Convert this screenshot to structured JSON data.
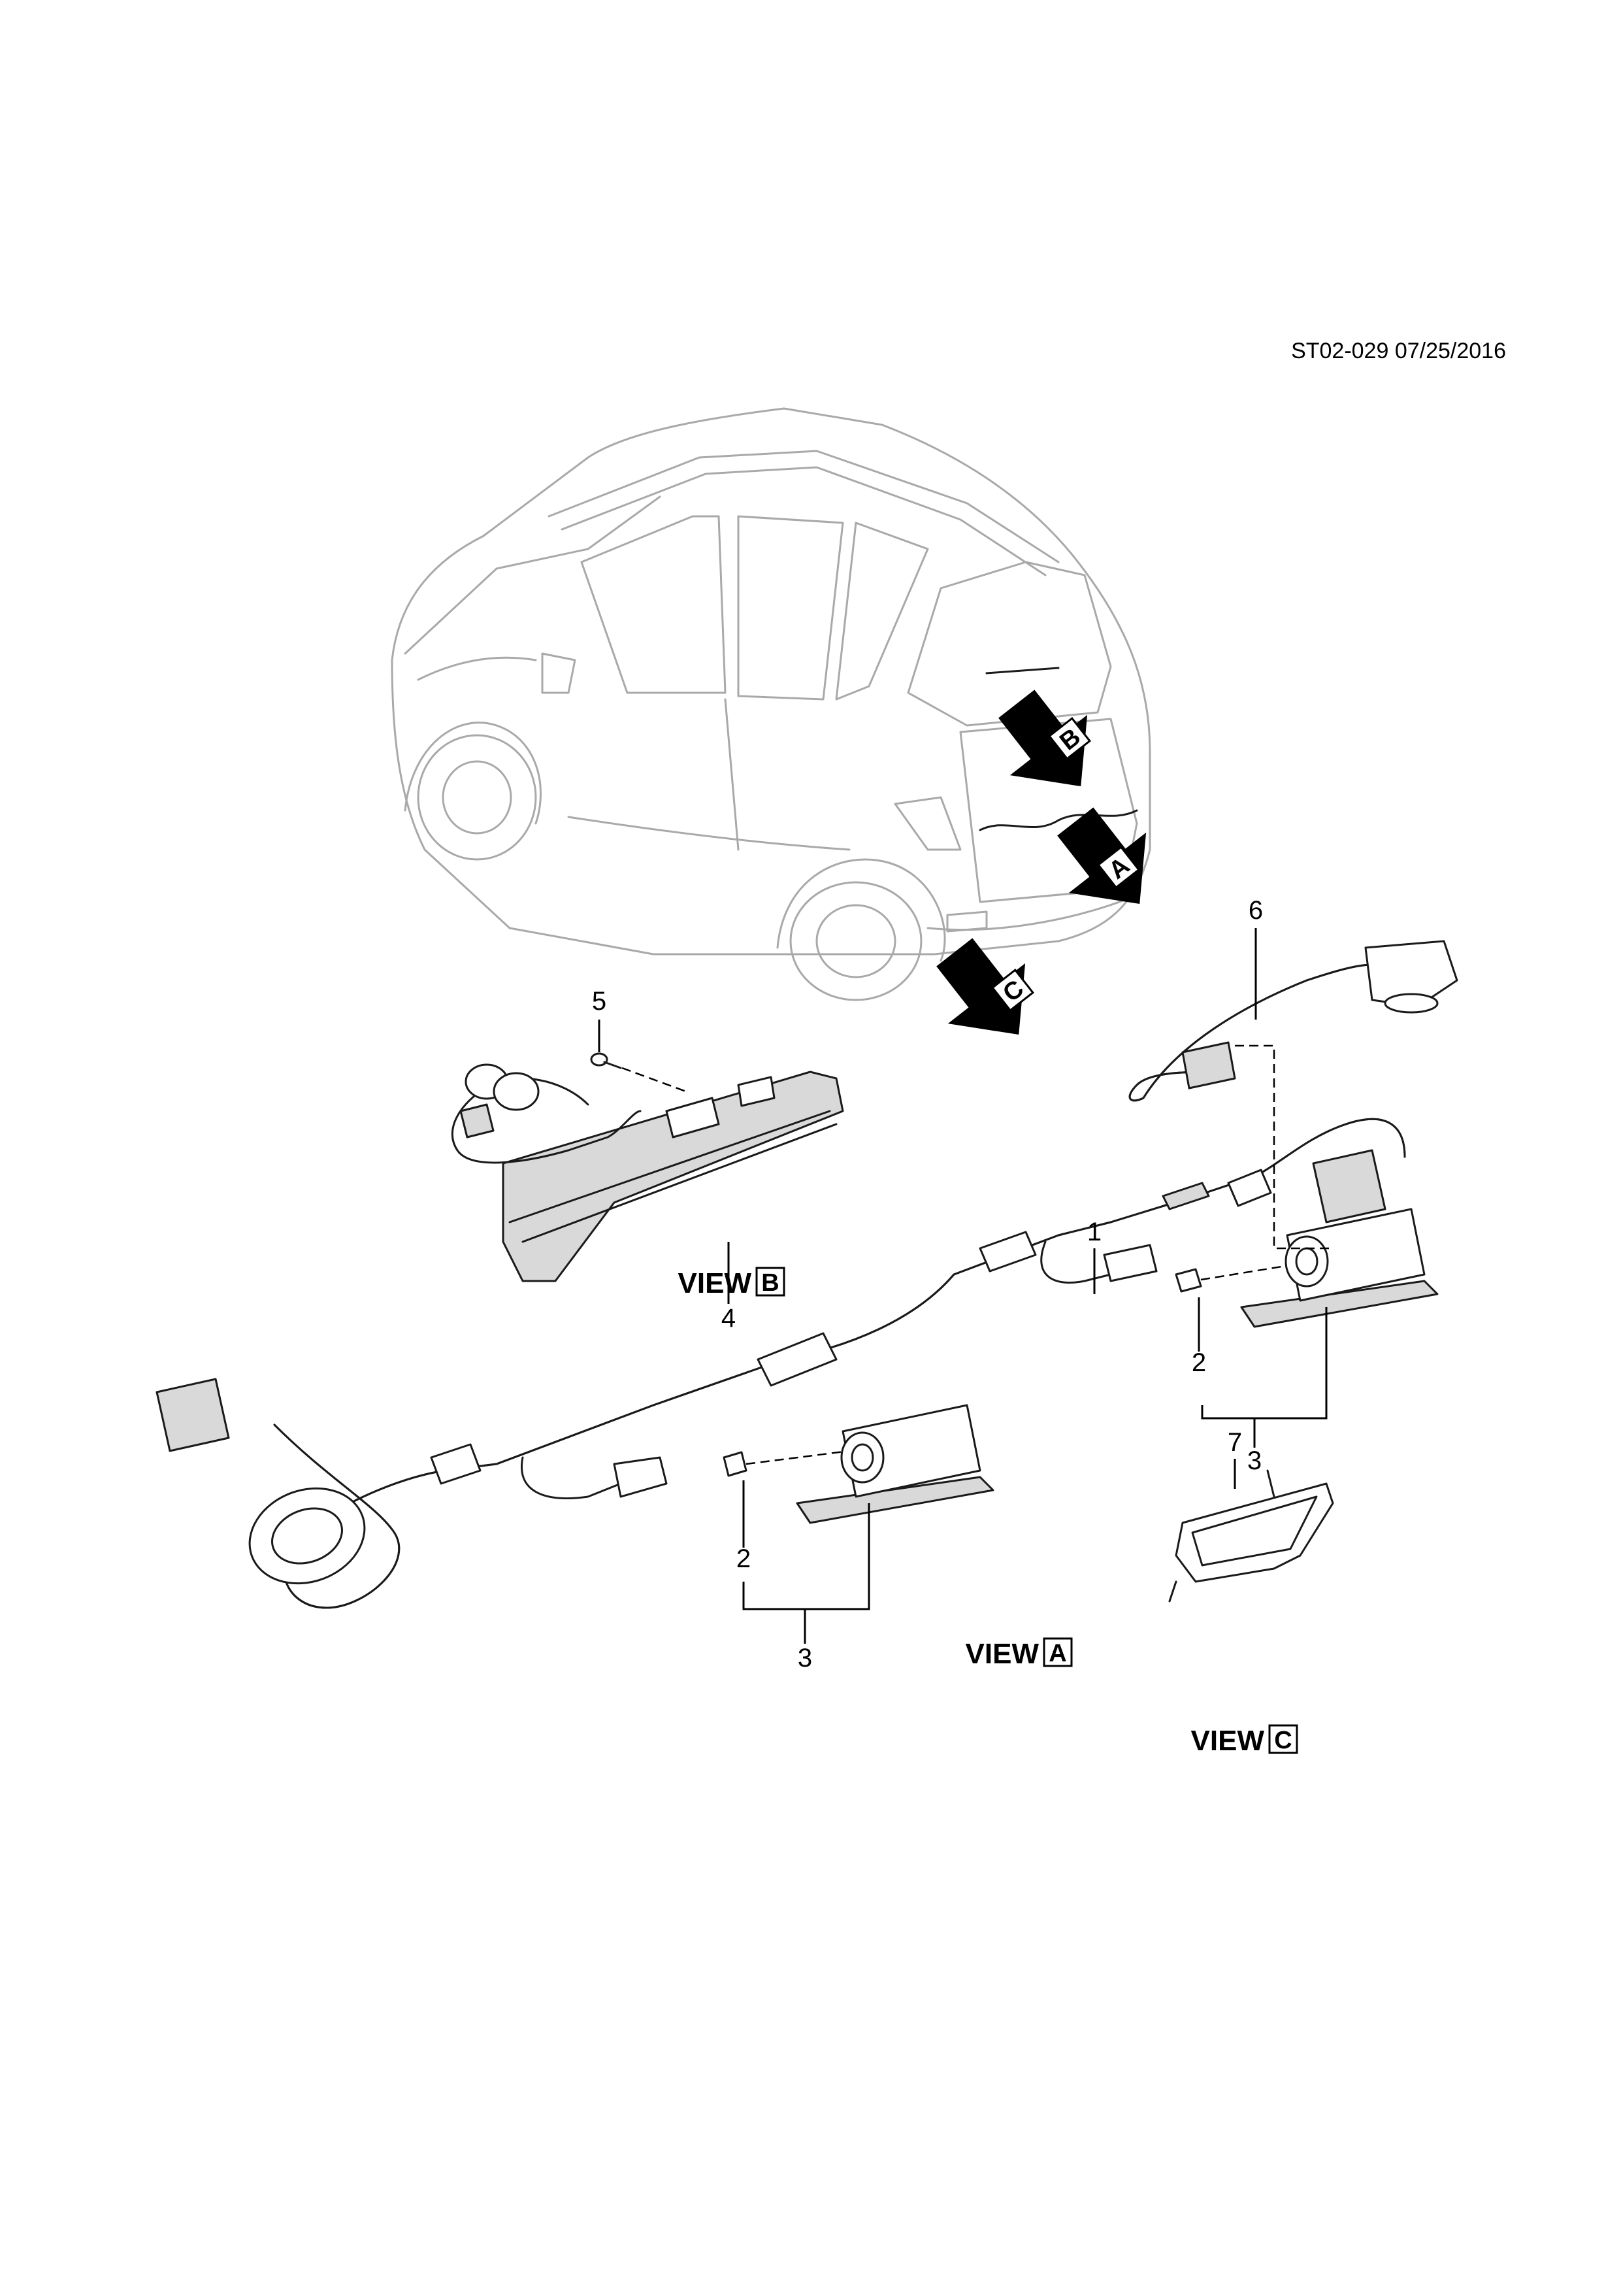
{
  "drawing_code": "ST02-029 07/25/2016",
  "view_word": "VIEW",
  "views": [
    {
      "letter": "B"
    },
    {
      "letter": "A"
    },
    {
      "letter": "C"
    }
  ],
  "callouts": [
    "1",
    "2",
    "2",
    "3",
    "3",
    "4",
    "5",
    "6",
    "7"
  ]
}
